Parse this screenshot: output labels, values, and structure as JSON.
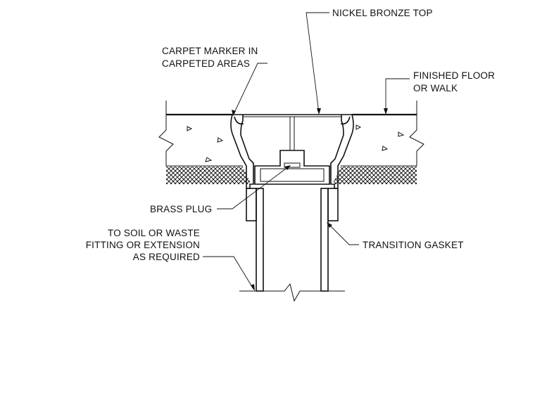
{
  "labels": {
    "nickel_bronze_top": "NICKEL BRONZE TOP",
    "carpet_marker_line1": "CARPET MARKER IN",
    "carpet_marker_line2": "CARPETED AREAS",
    "finished_floor_line1": "FINISHED FLOOR",
    "finished_floor_line2": "OR WALK",
    "brass_plug": "BRASS PLUG",
    "soil_waste_line1": "TO SOIL OR WASTE",
    "soil_waste_line2": "FITTING OR EXTENSION",
    "soil_waste_line3": "AS REQUIRED",
    "transition_gasket": "TRANSITION GASKET"
  }
}
